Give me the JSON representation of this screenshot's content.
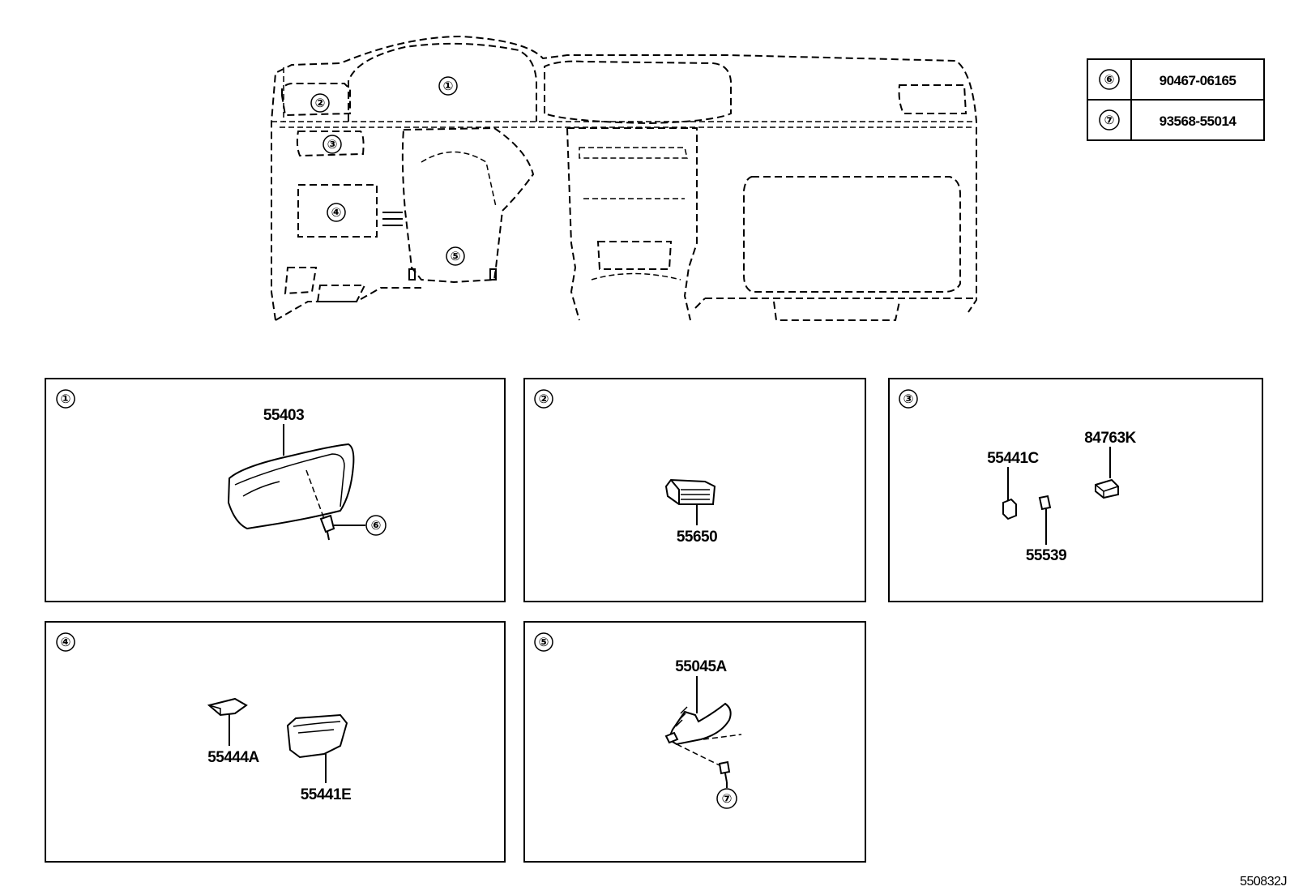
{
  "overview": {
    "callouts": [
      "①",
      "②",
      "③",
      "④",
      "⑤"
    ]
  },
  "fastener_table": {
    "rows": [
      {
        "ref": "⑥",
        "part_no": "90467-06165"
      },
      {
        "ref": "⑦",
        "part_no": "93568-55014"
      }
    ]
  },
  "panels": [
    {
      "ref": "①",
      "parts": [
        "55403"
      ],
      "fastener_ref": "⑥"
    },
    {
      "ref": "②",
      "parts": [
        "55650"
      ]
    },
    {
      "ref": "③",
      "parts": [
        "84763K",
        "55441C",
        "55539"
      ]
    },
    {
      "ref": "④",
      "parts": [
        "55444A",
        "55441E"
      ]
    },
    {
      "ref": "⑤",
      "parts": [
        "55045A"
      ],
      "fastener_ref": "⑦"
    }
  ],
  "diagram_id": "550832J"
}
